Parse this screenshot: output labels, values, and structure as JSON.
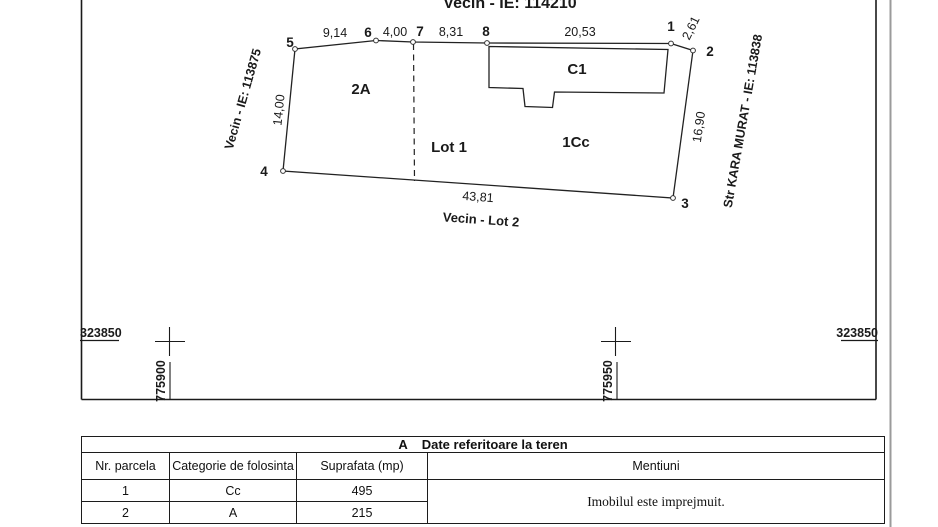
{
  "plan": {
    "neighbors": {
      "top": "Vecin - IE: 114210",
      "left": "Vecin - IE: 113875",
      "right": "Str KARA MURAT - IE: 113838",
      "bottom": "Vecin - Lot 2"
    },
    "parcels": {
      "parcel_2a": "2A",
      "building_c1": "C1",
      "lot1": "Lot 1",
      "parcel_1cc": "1Cc"
    },
    "points": {
      "p1": "1",
      "p2": "2",
      "p3": "3",
      "p4": "4",
      "p5": "5",
      "p6": "6",
      "p7": "7",
      "p8": "8"
    },
    "measurements": {
      "d_5_6": "9,14",
      "d_6_7": "4,00",
      "d_7_8": "8,31",
      "d_8_1": "20,53",
      "d_1_2": "2,61",
      "d_2_3": "16,90",
      "d_3_4": "43,81",
      "d_4_5": "14,00"
    },
    "grid": {
      "northing": "323850",
      "easting_left": "775900",
      "easting_right": "775950"
    }
  },
  "table": {
    "section_letter": "A",
    "section_title": "Date referitoare la teren",
    "headers": {
      "col1": "Nr. parcela",
      "col2": "Categorie de folosinta",
      "col3": "Suprafata (mp)",
      "col4": "Mentiuni"
    },
    "rows": [
      [
        "1",
        "Cc",
        "495"
      ],
      [
        "2",
        "A",
        "215"
      ]
    ],
    "note": "Imobilul este imprejmuit."
  }
}
